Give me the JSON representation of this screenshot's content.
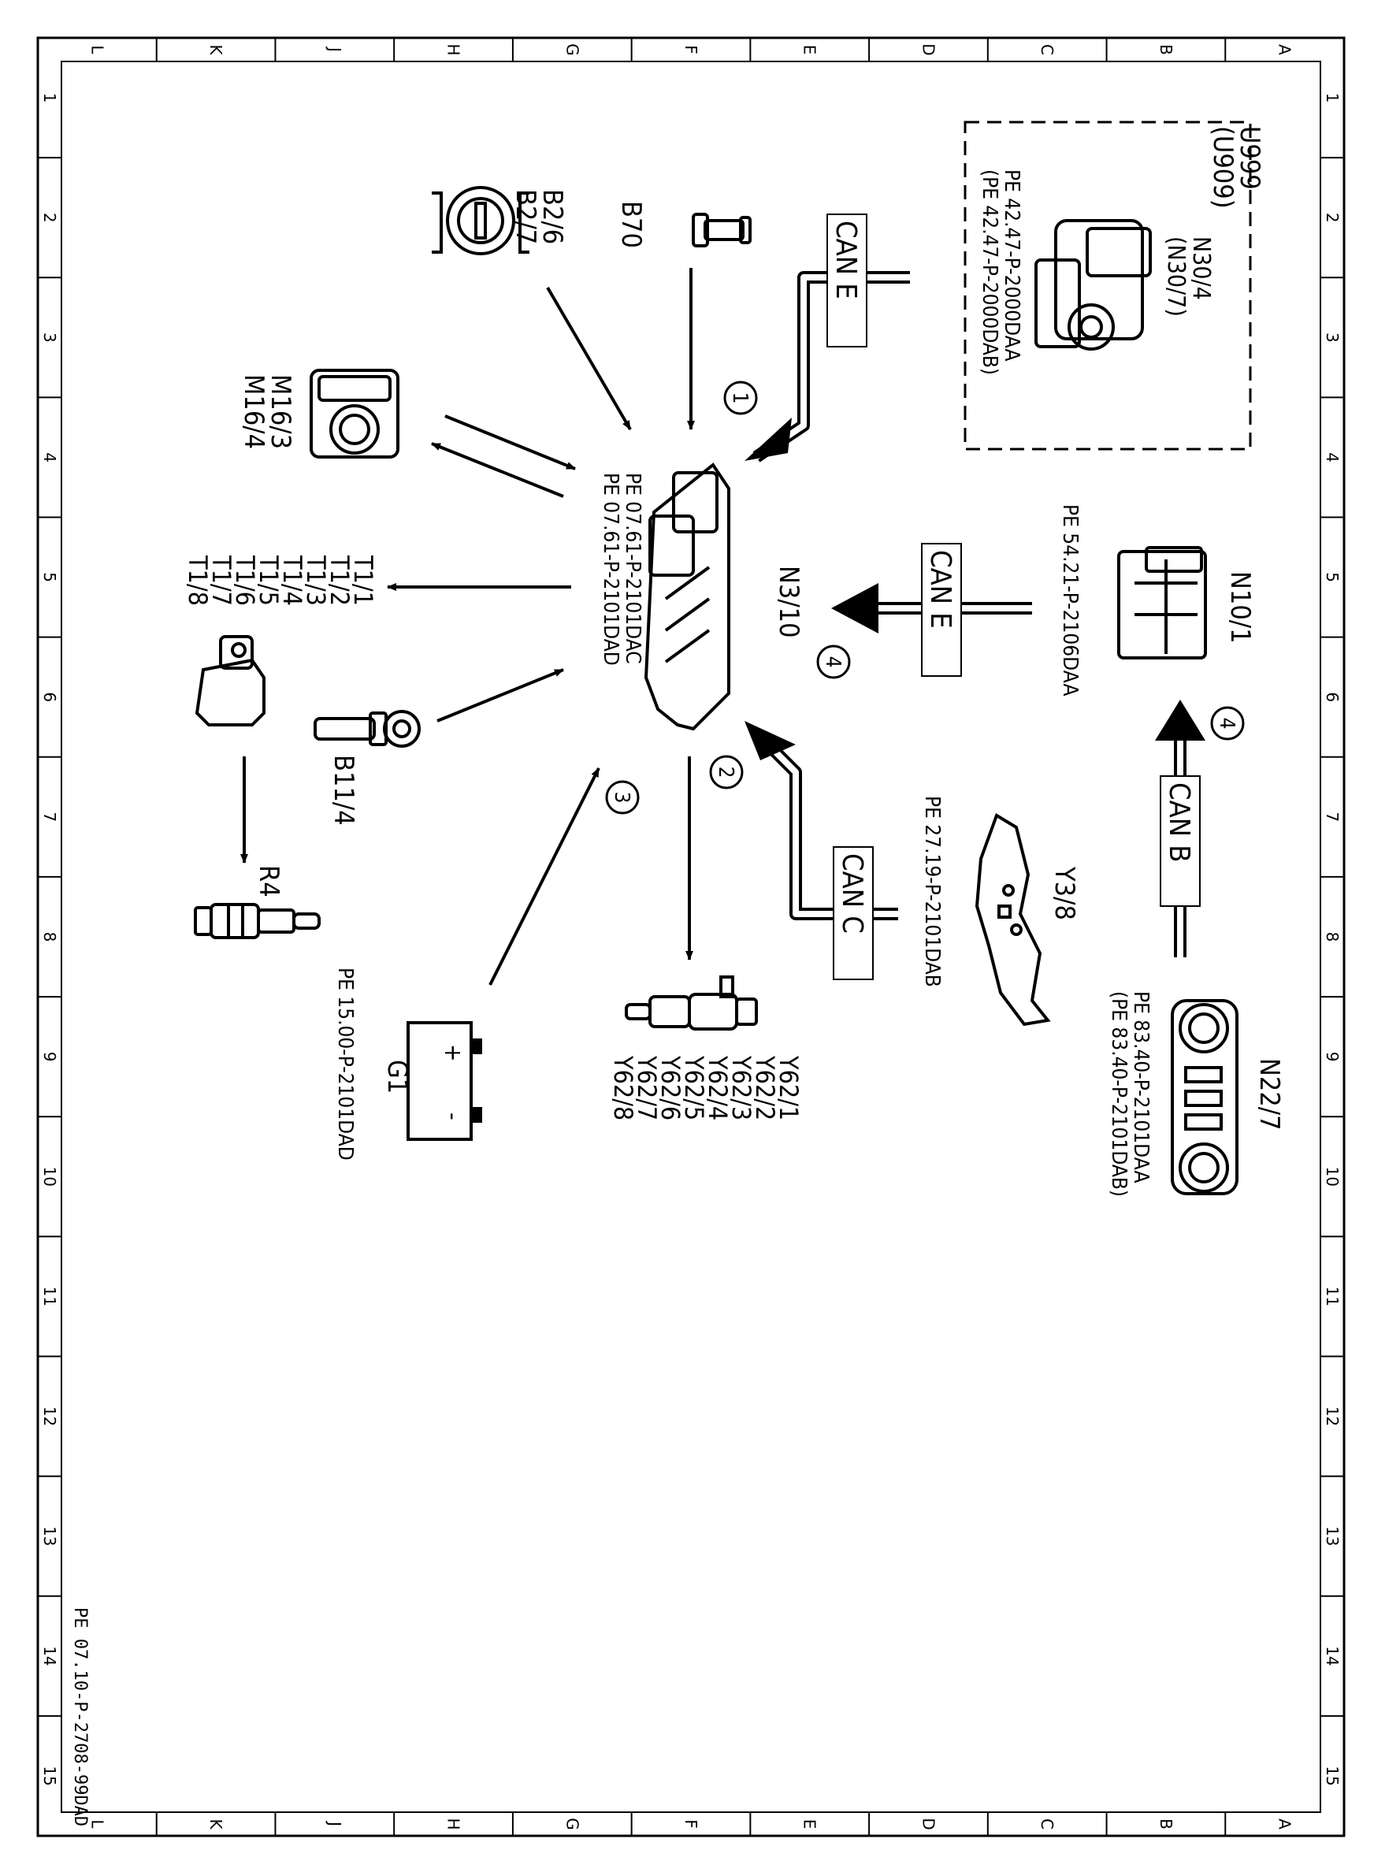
{
  "document_id": "PE 07.10-P-2708-99DAD",
  "grid": {
    "columns": [
      "A",
      "B",
      "C",
      "D",
      "E",
      "F",
      "G",
      "H",
      "J",
      "K",
      "L"
    ],
    "rows": [
      "1",
      "2",
      "3",
      "4",
      "5",
      "6",
      "7",
      "8",
      "9",
      "10",
      "11",
      "12",
      "13",
      "14",
      "15"
    ]
  },
  "components": {
    "u999": [
      "U999",
      "(U909)"
    ],
    "n30": [
      "N30/4",
      "(N30/7)"
    ],
    "n30_refs": [
      "PE  42.47-P-2000DAA",
      "(PE  42.47-P-2000DAB)"
    ],
    "n10": "N10/1",
    "n10_ref": "PE  54.21-P-2106DAA",
    "n22": "N22/7",
    "n22_refs": [
      "PE  83.40-P-2101DAA",
      "(PE  83.40-P-2101DAB)"
    ],
    "y38": "Y3/8",
    "y38_ref": "PE  27.19-P-2101DAB",
    "n310": "N3/10",
    "n310_refs": [
      "PE  07.61-P-2101DAC",
      "PE  07.61-P-2101DAD"
    ],
    "b70": "B70",
    "b26": [
      "B2/6",
      "B2/7"
    ],
    "m16": [
      "M16/3",
      "M16/4"
    ],
    "t1": [
      "T1/1",
      "T1/2",
      "T1/3",
      "T1/4",
      "T1/5",
      "T1/6",
      "T1/7",
      "T1/8"
    ],
    "b114": "B11/4",
    "r4": "R4",
    "g1": "G1",
    "g1_ref": "PE  15.00-P-2101DAD",
    "g1_plus": "+",
    "g1_minus": "-",
    "y62": [
      "Y62/1",
      "Y62/2",
      "Y62/3",
      "Y62/4",
      "Y62/5",
      "Y62/6",
      "Y62/7",
      "Y62/8"
    ]
  },
  "buses": {
    "can_e_1": "CAN E",
    "can_e_2": "CAN E",
    "can_b": "CAN B",
    "can_c": "CAN C"
  },
  "markers": {
    "m1": "1",
    "m2": "2",
    "m3": "3",
    "m4a": "4",
    "m4b": "4"
  }
}
